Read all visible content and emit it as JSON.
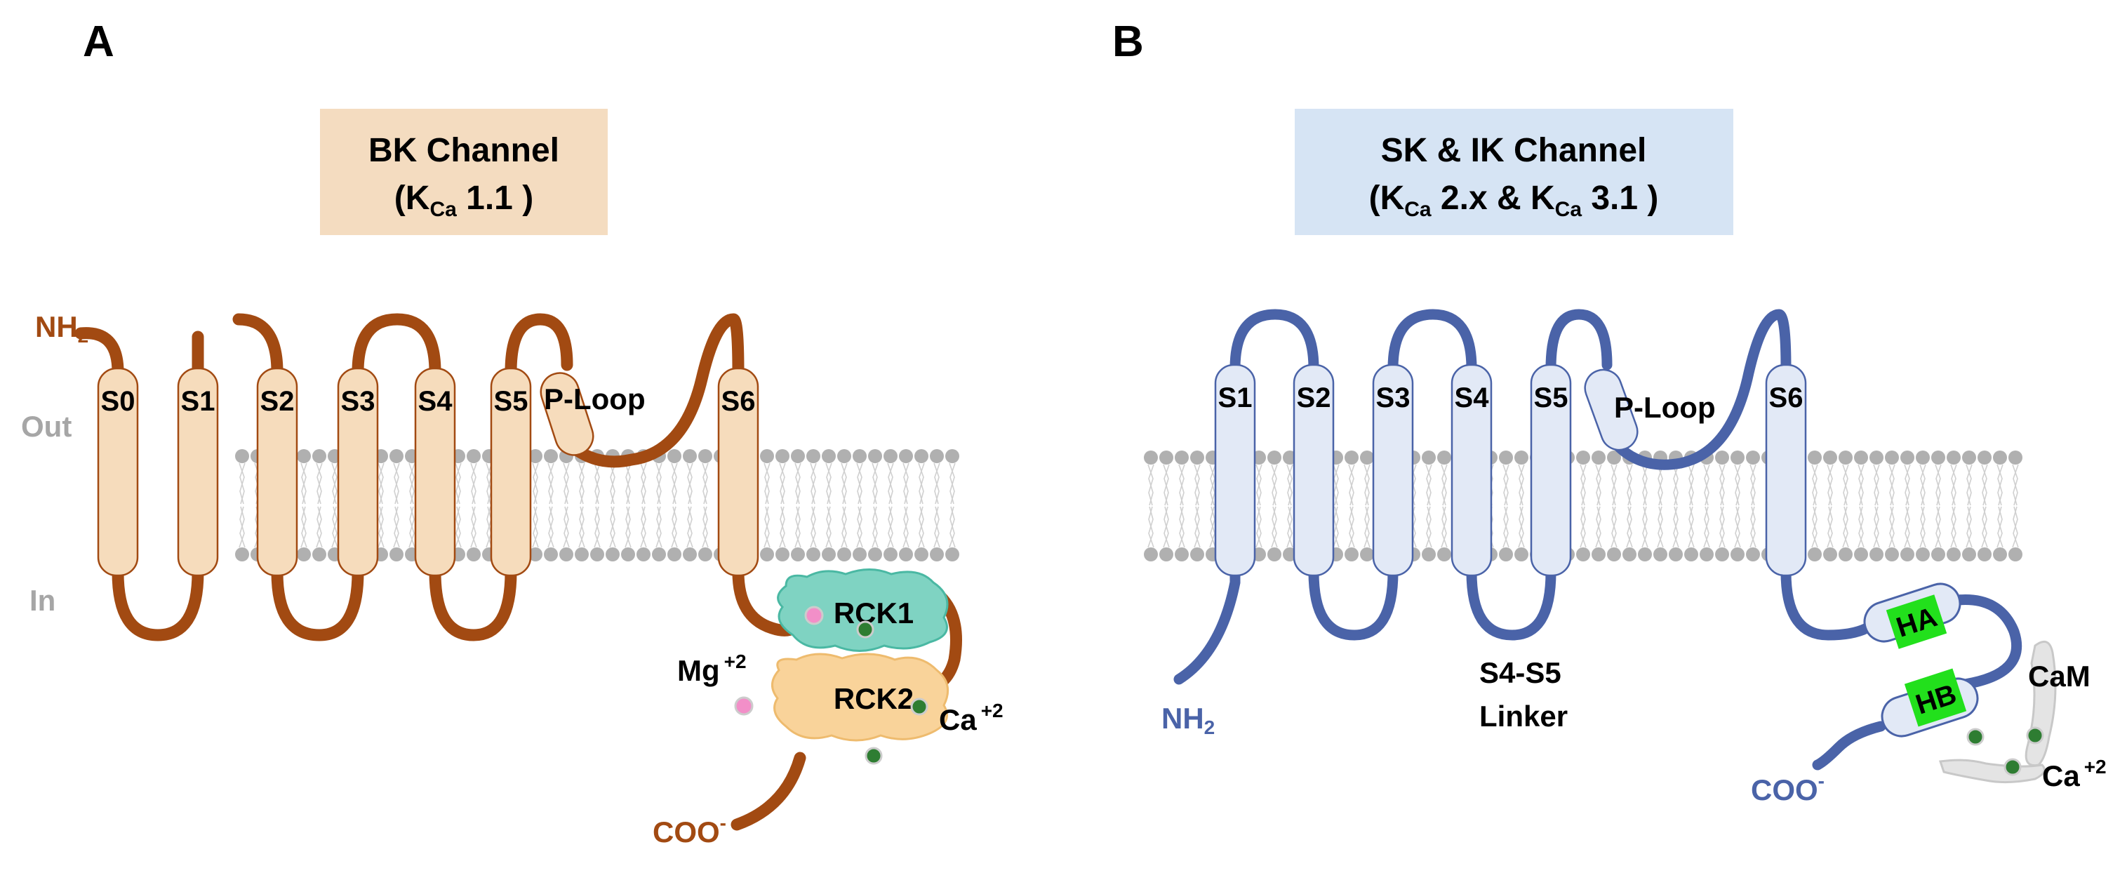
{
  "panelA": {
    "letter": "A",
    "title_line1": "BK Channel",
    "title_line2_open": "(K",
    "title_line2_sub": "Ca",
    "title_line2_rest": " 1.1 )",
    "box_color": "#f4dcc0",
    "strand_color": "#a24a12",
    "helix_fill": "#f6dcbc",
    "nh2_main": "NH",
    "nh2_sub": "2",
    "coo_main": "COO",
    "coo_sup": "-",
    "out_label": "Out",
    "in_label": "In",
    "segments": [
      "S0",
      "S1",
      "S2",
      "S3",
      "S4",
      "S5",
      "S6"
    ],
    "ploop": "P-Loop",
    "rck1": "RCK1",
    "rck2": "RCK2",
    "mg_main": "Mg",
    "mg_sup": "+2",
    "ca_main": "Ca",
    "ca_sup": "+2"
  },
  "panelB": {
    "letter": "B",
    "title_line1": "SK & IK Channel",
    "title_line2_open": "(K",
    "title_line2_sub1": "Ca",
    "title_line2_mid": " 2.x & K",
    "title_line2_sub2": "Ca",
    "title_line2_rest": " 3.1  )",
    "box_color": "#d6e4f4",
    "strand_color": "#4a63a8",
    "helix_fill": "#e2e9f6",
    "nh2_main": "NH",
    "nh2_sub": "2",
    "coo_main": "COO",
    "coo_sup": "-",
    "segments": [
      "S1",
      "S2",
      "S3",
      "S4",
      "S5",
      "S6"
    ],
    "ploop": "P-Loop",
    "linker_line1": "S4-S5",
    "linker_line2": "Linker",
    "ha": "HA",
    "hb": "HB",
    "cam": "CaM",
    "ca_main": "Ca",
    "ca_sup": "+2"
  },
  "colors": {
    "membrane_head": "#b0b0b0",
    "ca_dot": "#2e7d32",
    "mg_dot": "#f28fc8",
    "rck1_fill": "#7fd3c2",
    "rck2_fill": "#f9d39a",
    "hahb_box": "#22e01c",
    "label_gray": "#a6a6a6"
  }
}
